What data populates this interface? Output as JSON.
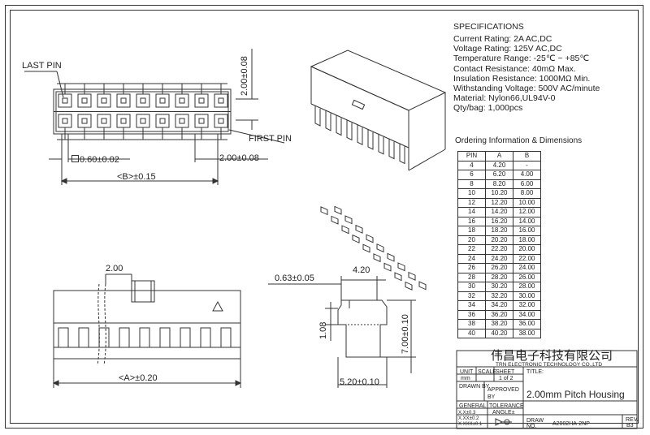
{
  "labels": {
    "last_pin": "LAST PIN",
    "first_pin": "FIRST PIN",
    "dim_height": "2.00±0.08",
    "dim_pin_size": "0.60±0.02",
    "dim_pitch_bottom": "2.00±0.08",
    "dim_b": "<B>±0.15",
    "dim_pitch_side": "2.00",
    "dim_a": "<A>±0.20",
    "dim_063": "0.63±0.05",
    "dim_420": "4.20",
    "dim_108": "1.08",
    "dim_700": "7.00±0.10",
    "dim_520": "5.20±0.10"
  },
  "specifications": {
    "heading": "SPECIFICATIONS",
    "lines": [
      "Current Rating: 2A AC,DC",
      "Voltage Rating: 125V AC,DC",
      "Temperature Range: -25℃ ~ +85℃",
      "Contact Resistance: 40mΩ Max.",
      "Insulation Resistance: 1000MΩ Min.",
      "Withstanding Voltage: 500V AC/minute",
      "Material: Nylon66,UL94V-0",
      "Qty/bag: 1,000pcs"
    ]
  },
  "ordering": {
    "heading": "Ordering Information & Dimensions",
    "columns": [
      "PIN",
      "A",
      "B"
    ],
    "rows": [
      [
        "4",
        "4.20",
        "-"
      ],
      [
        "6",
        "6.20",
        "4.00"
      ],
      [
        "8",
        "8.20",
        "6.00"
      ],
      [
        "10",
        "10.20",
        "8.00"
      ],
      [
        "12",
        "12.20",
        "10.00"
      ],
      [
        "14",
        "14.20",
        "12.00"
      ],
      [
        "16",
        "16.20",
        "14.00"
      ],
      [
        "18",
        "18.20",
        "16.00"
      ],
      [
        "20",
        "20.20",
        "18.00"
      ],
      [
        "22",
        "22.20",
        "20.00"
      ],
      [
        "24",
        "24.20",
        "22.00"
      ],
      [
        "26",
        "26.20",
        "24.00"
      ],
      [
        "28",
        "28.20",
        "26.00"
      ],
      [
        "30",
        "30.20",
        "28.00"
      ],
      [
        "32",
        "32.20",
        "30.00"
      ],
      [
        "34",
        "34.20",
        "32.00"
      ],
      [
        "36",
        "36.20",
        "34.00"
      ],
      [
        "38",
        "38.20",
        "36.00"
      ],
      [
        "40",
        "40.20",
        "38.00"
      ]
    ]
  },
  "title_block": {
    "company_cn": "伟昌电子科技有限公司",
    "company_en": "TRN ELECTRONIC TECHNOLOGY CO.,LTD",
    "unit_label": "UNIT",
    "unit_value": "mm",
    "scale_label": "SCALE",
    "sheet_label": "SHEET",
    "sheet_value": "1 of 2",
    "title_label": "TITLE:",
    "title_value": "2.00mm Pitch Housing",
    "drawn_by": "DRAWN BY",
    "approved_by": "APPROVED BY",
    "general": "GENERAL",
    "tolerance": "TOLERANCE",
    "angle": "ANGLE±",
    "tol1": "X.X±0.3",
    "tol2": "X.XX±0.2",
    "tol3": "X.XXX±0.1",
    "draw_no_label": "DRAW NO.",
    "draw_no_value": "A2002HA-2NP",
    "rev_label": "REV.",
    "rev_value": "B3"
  }
}
